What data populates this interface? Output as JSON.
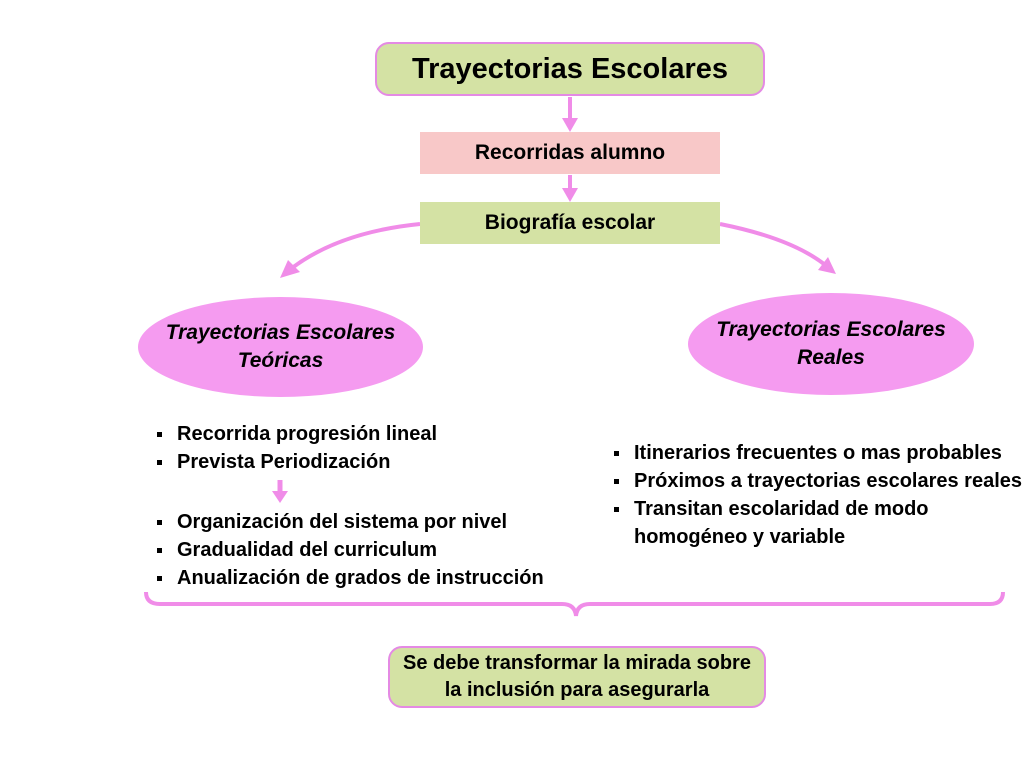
{
  "title": "Trayectorias Escolares",
  "recorridas": "Recorridas  alumno",
  "biografia": "Biografía escolar",
  "left_node": {
    "line1": "Trayectorias Escolares",
    "line2": "Teóricas",
    "list_top": [
      "Recorrida  progresión lineal",
      "Prevista  Periodización"
    ],
    "list_bottom": [
      "Organización del sistema por nivel",
      "Gradualidad del curriculum",
      "Anualización de grados de instrucción"
    ]
  },
  "right_node": {
    "line1": "Trayectorias Escolares",
    "line2": "Reales",
    "list": [
      "Itinerarios frecuentes o mas probables",
      "Próximos a trayectorias escolares reales",
      "Transitan escolaridad de modo",
      "homogéneo y variable"
    ]
  },
  "conclusion": {
    "line1": "Se debe transformar la mirada sobre",
    "line2": "la inclusión para asegurarla"
  },
  "colors": {
    "green_box": "#d4e2a4",
    "pink_box": "#f8c8c8",
    "ellipse": "#f59bf0",
    "arrow": "#f08ce8"
  }
}
